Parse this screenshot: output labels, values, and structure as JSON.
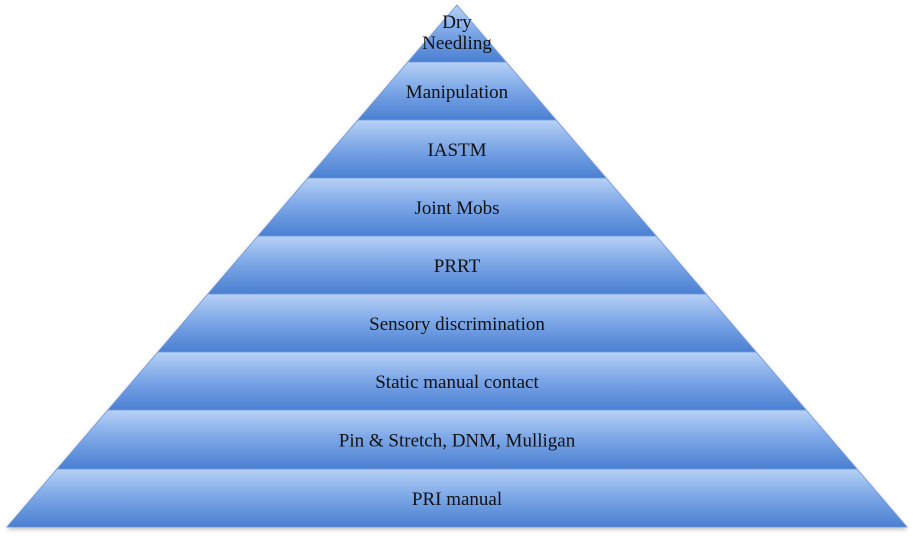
{
  "diagram": {
    "type": "pyramid",
    "tiers": [
      {
        "label": "Dry Needling",
        "lines": [
          "Dry",
          "Needling"
        ]
      },
      {
        "label": "Manipulation",
        "lines": [
          "Manipulation"
        ]
      },
      {
        "label": "IASTM",
        "lines": [
          "IASTM"
        ]
      },
      {
        "label": "Joint Mobs",
        "lines": [
          "Joint Mobs"
        ]
      },
      {
        "label": "PRRT",
        "lines": [
          "PRRT"
        ]
      },
      {
        "label": "Sensory discrimination",
        "lines": [
          "Sensory discrimination"
        ]
      },
      {
        "label": "Static manual contact",
        "lines": [
          "Static manual contact"
        ]
      },
      {
        "label": "Pin & Stretch, DNM, Mulligan",
        "lines": [
          "Pin & Stretch, DNM, Mulligan"
        ]
      },
      {
        "label": "PRI manual",
        "lines": [
          "PRI manual"
        ]
      }
    ],
    "colors": {
      "tier_top": "#b7d1f5",
      "tier_mid": "#7fa9e8",
      "tier_bottom": "#4a7fd2",
      "outline": "#6e95d6",
      "text": "#111111"
    }
  }
}
